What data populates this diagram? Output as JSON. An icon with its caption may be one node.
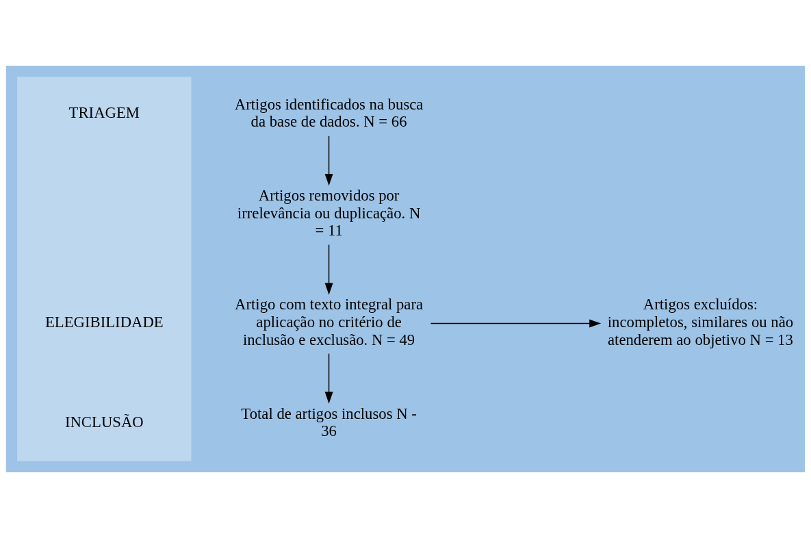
{
  "diagram": {
    "nodes": [
      {
        "text": [
          "TRIAGEM",
          "ELEGIBILIDADE",
          "INCLUSÃO"
        ]
      },
      {
        "text": [
          "Artigos identificados na busca da base de dados. N = 66"
        ]
      },
      {
        "text": [
          "Artigos removidos por irrelevância ou duplicação. N = 11"
        ]
      },
      {
        "text": [
          "Artigo com texto integral para aplicação no critério de inclusão e exclusão. N = 49"
        ]
      },
      {
        "text": [
          "Artigos excluídos: incompletos, similares ou não atenderem ao objetivo N = 13"
        ]
      },
      {
        "text": [
          "Total de artigos inclusos N - 36"
        ]
      }
    ],
    "edges": [
      {
        "from": 1,
        "to": 2,
        "arrow": "to"
      },
      {
        "from": 2,
        "to": 3,
        "arrow": "to"
      },
      {
        "from": 3,
        "to": 4,
        "arrow": "to"
      },
      {
        "from": 3,
        "to": 5,
        "arrow": "to"
      }
    ]
  }
}
